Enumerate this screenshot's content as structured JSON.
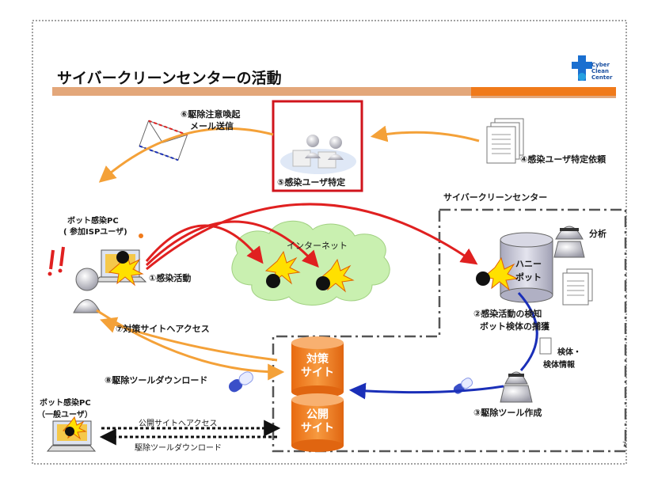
{
  "title": "サイバークリーンセンターの活動",
  "logo": {
    "lines": [
      "Cyber",
      "Clean",
      "Center"
    ]
  },
  "labels": {
    "step6": "⑥駆除注意喚起",
    "step6_sub": "メール送信",
    "step5": "⑤感染ユーザ特定",
    "step4": "④感染ユーザ特定依頼",
    "ccc": "サイバークリーンセンター",
    "bot_pc_isp": "ボット感染PC",
    "bot_pc_isp_sub": "( 参加ISPユーザ)",
    "internet": "インターネット",
    "analysis": "分析",
    "honeypot_line1": "ハニー",
    "honeypot_line2": "ポット",
    "step1": "①感染活動",
    "step2": "②感染活動の検知",
    "step2_sub": "ボット検体の捕獲",
    "step7": "⑦対策サイトへアクセス",
    "specimen_info_1": "検体・",
    "specimen_info_2": "検体情報",
    "step8": "⑧駆除ツールダウンロード",
    "taisaku_1": "対策",
    "taisaku_2": "サイト",
    "koukai_1": "公開",
    "koukai_2": "サイト",
    "step3": "③駆除ツール作成",
    "bot_pc_general": "ボット感染PC",
    "bot_pc_general_sub": "（一般ユーザ）",
    "public_access": "公開サイトへアクセス",
    "tool_download": "駆除ツールダウンロード",
    "exclaim": "!!",
    "page_number": "7"
  },
  "colors": {
    "title_bar": "#e3a77a",
    "accent_orange": "#f4a138",
    "red": "#e02020",
    "highlight_border": "#d0141c",
    "blue_arrow": "#1a2fb8",
    "cylinder_orange": "#f07a1a",
    "cloud_green": "#c9f0b0",
    "honeypot": "#c8c8d8"
  }
}
